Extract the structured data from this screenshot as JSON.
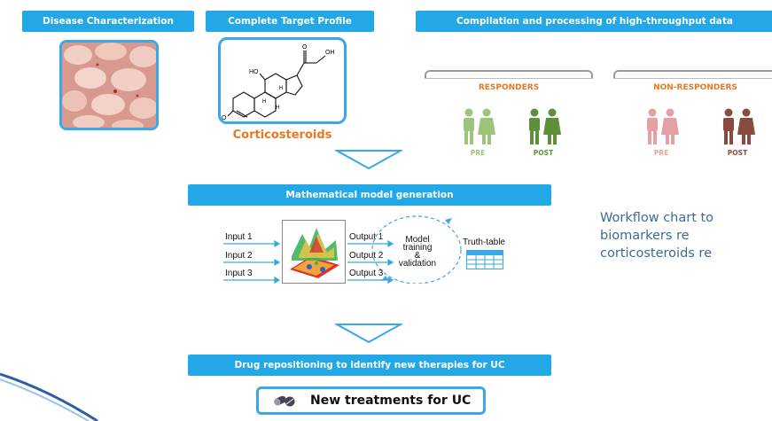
{
  "header": {
    "disease_label": "Disease Characterization",
    "target_label": "Complete Target Profile",
    "data_label": "Compilation and processing of high-throughput data"
  },
  "compound": {
    "name": "Corticosteroids",
    "atoms": {
      "oh1": "OH",
      "o1": "O",
      "ho": "HO",
      "h1": "H",
      "h2": "H",
      "h3": "H",
      "o2": "O"
    },
    "name_color": "#e8781e"
  },
  "groups": {
    "responders": {
      "label": "RESPONDERS",
      "pre": "PRE",
      "post": "POST",
      "color": "#e8781e",
      "pre_color": "#9cc47a",
      "post_color": "#5f8f3a"
    },
    "non_responders": {
      "label": "NON-RESPONDERS",
      "pre": "PRE",
      "post": "POST",
      "color": "#e8781e",
      "pre_color": "#e6a0a4",
      "post_color": "#8a4a40"
    }
  },
  "model": {
    "title": "Mathematical model generation",
    "inputs": [
      "Input 1",
      "Input 2",
      "Input 3"
    ],
    "outputs": [
      "Output 1",
      "Output 2",
      "Output 3"
    ],
    "training_text": [
      "Model",
      "training",
      "&",
      "validation"
    ],
    "truth_table_label": "Truth-table"
  },
  "repositioning": {
    "title": "Drug repositioning to identify new therapies for UC",
    "result": "New treatments for UC"
  },
  "caption": {
    "lines": [
      "Workflow chart to",
      "biomarkers re",
      "corticosteroids re"
    ]
  },
  "colors": {
    "accent": "#22a8e6",
    "box_border": "#3aa7e6",
    "arrow": "#3aa7e6",
    "caption": "#3d6a94"
  }
}
